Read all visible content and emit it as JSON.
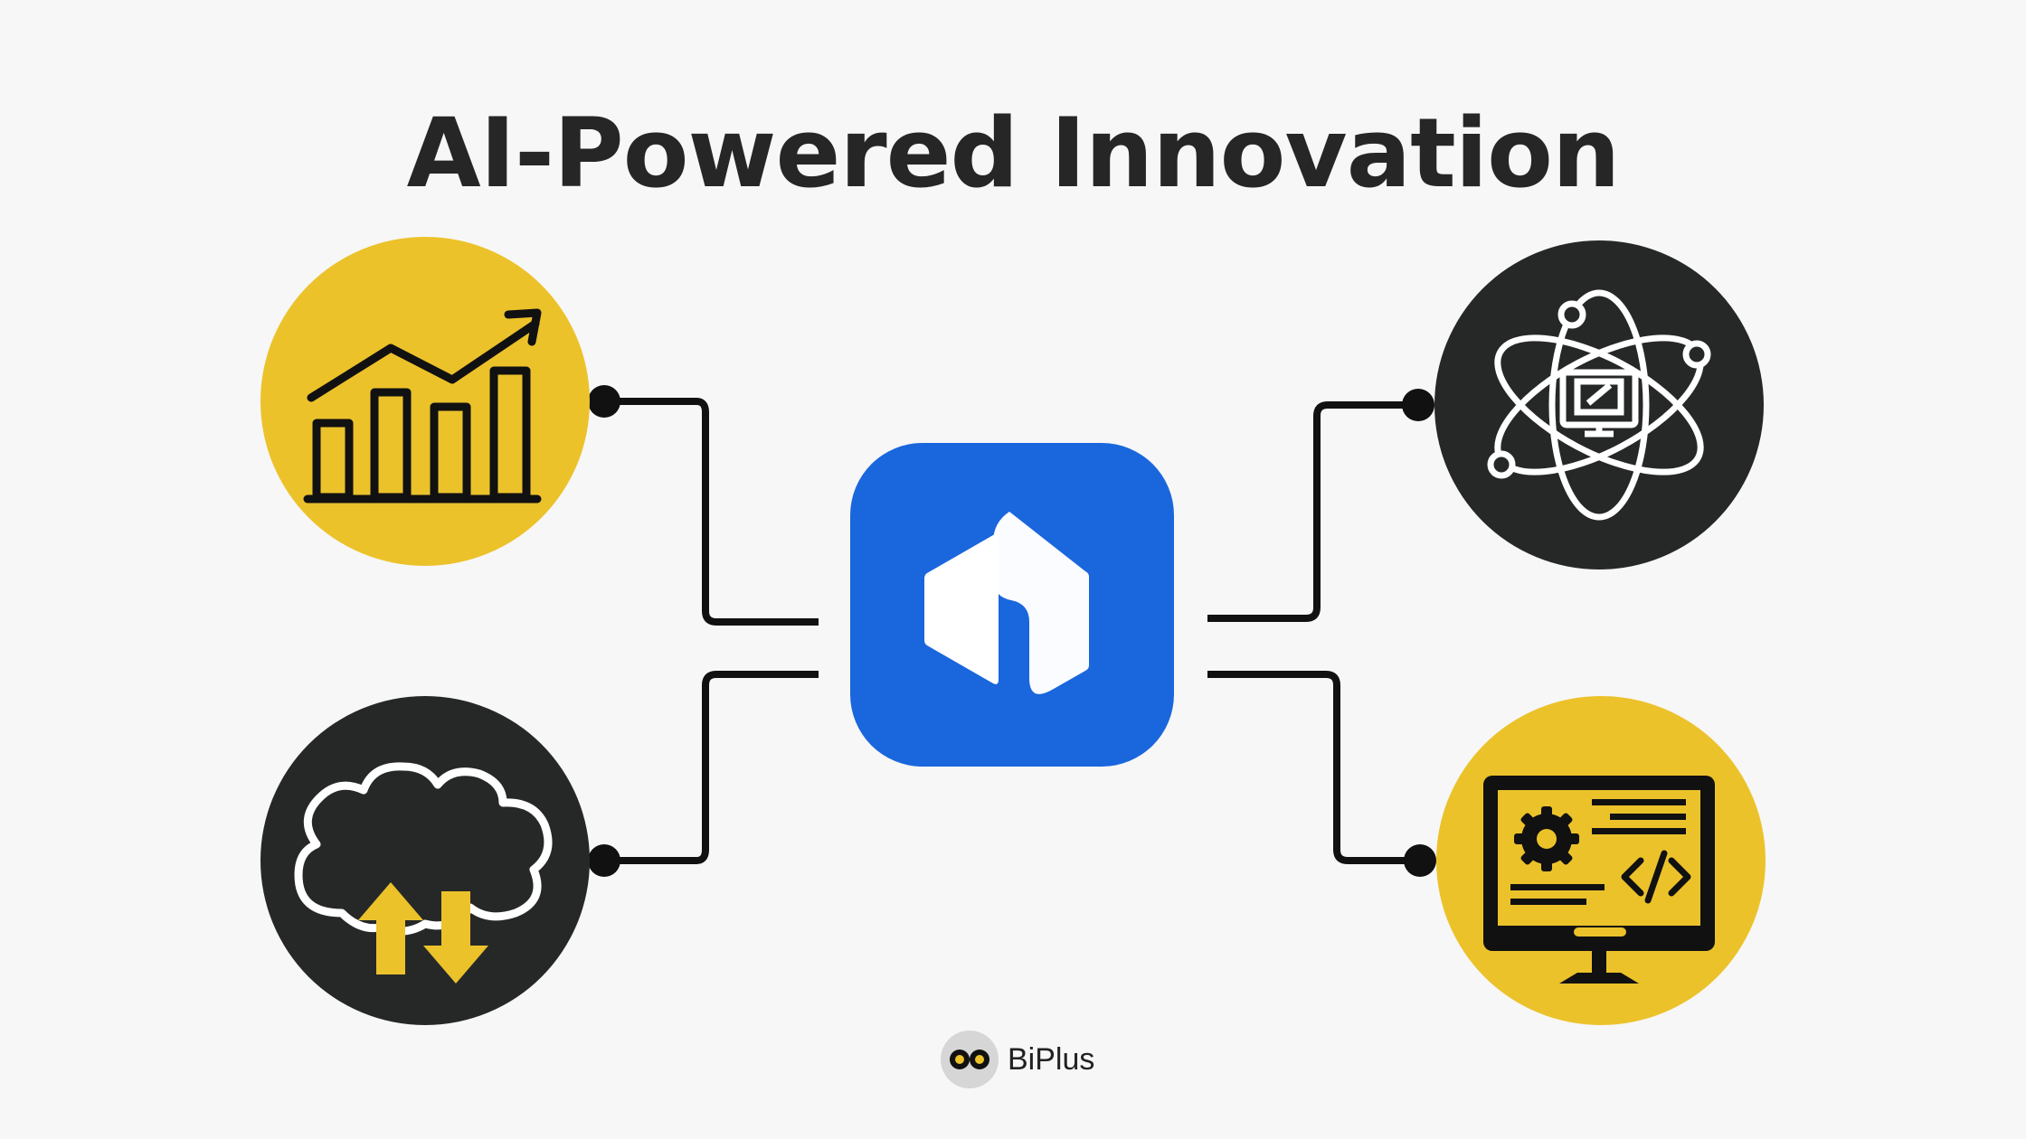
{
  "title": "AI-Powered Innovation",
  "brand": {
    "name": "BiPlus"
  },
  "colors": {
    "background": "#f7f7f7",
    "yellow": "#ecc22b",
    "dark": "#262828",
    "blue": "#1a66dd",
    "line": "#111111",
    "white": "#ffffff"
  },
  "nodes": [
    {
      "id": "top-left",
      "icon": "growth-chart-icon"
    },
    {
      "id": "bottom-left",
      "icon": "cloud-transfer-icon"
    },
    {
      "id": "top-right",
      "icon": "atom-computer-icon"
    },
    {
      "id": "bottom-right",
      "icon": "monitor-code-icon"
    }
  ],
  "center": {
    "icon": "app-logo-icon"
  }
}
